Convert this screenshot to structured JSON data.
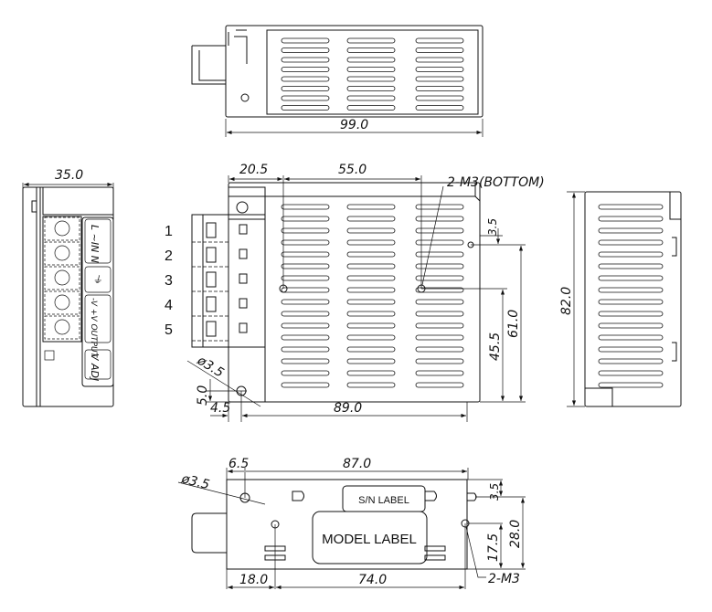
{
  "top_view": {
    "width_dim": "99.0"
  },
  "side_view": {
    "width_dim": "35.0",
    "terminal_labels": {
      "ac_in": "L ~IN N",
      "ground": "⏚",
      "output": "-V +V OUTPUT",
      "adj": "V ADJ"
    }
  },
  "front_view": {
    "terminal_numbers": [
      "1",
      "2",
      "3",
      "4",
      "5"
    ],
    "dims": {
      "left_offset": "20.5",
      "hole_spacing": "55.0",
      "mount_note": "2-M3(BOTTOM)",
      "top_offset": "3.5",
      "height_a": "61.0",
      "height_b": "45.5",
      "hole_dia": "ø3.5",
      "hole_y": "5.0",
      "hole_x": "4.5",
      "length": "89.0"
    }
  },
  "right_view": {
    "height_dim": "82.0"
  },
  "bottom_view": {
    "dims": {
      "hole_dia": "ø3.5",
      "hole_x": "6.5",
      "span": "87.0",
      "slot_y": "3.5",
      "height": "28.0",
      "hole_height": "17.5",
      "left_offset": "18.0",
      "hole_spacing": "74.0",
      "mount_note": "2-M3"
    },
    "sn_label": "S/N LABEL",
    "model_label": "MODEL LABEL"
  }
}
